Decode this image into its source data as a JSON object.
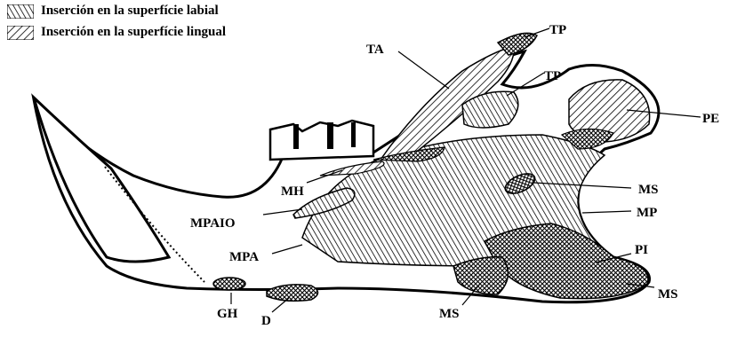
{
  "legend": {
    "labial": "Inserción en la superfície labial",
    "lingual": "Inserción en la superfície lingual"
  },
  "labels": {
    "TA": "TA",
    "TP_top": "TP",
    "TP_mid": "TP",
    "PE": "PE",
    "MH": "MH",
    "MS_mid": "MS",
    "MPAIO": "MPAIO",
    "MP": "MP",
    "MPA": "MPA",
    "PI": "PI",
    "MS_right": "MS",
    "GH": "GH",
    "D": "D",
    "MS_bottom": "MS"
  }
}
